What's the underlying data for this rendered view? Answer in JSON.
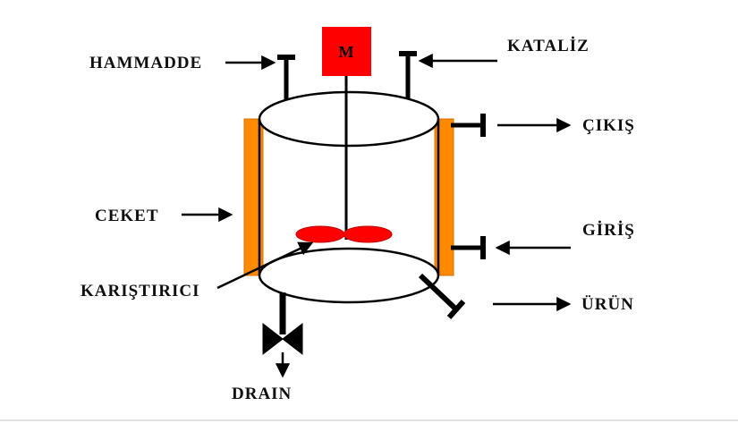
{
  "diagram": {
    "type": "stirred-tank-reactor",
    "motor_label": "M",
    "labels": {
      "hammadde": "HAMMADDE",
      "kataliz": "KATALİZ",
      "cikis": "ÇIKIŞ",
      "ceket": "CEKET",
      "giris": "GİRİŞ",
      "karistirici": "KARIŞTIRICI",
      "urun": "ÜRÜN",
      "drain": "DRAIN"
    },
    "colors": {
      "jacket": "#FF8A00",
      "motor": "#FF0000",
      "impeller": "#FF0000",
      "line": "#000000",
      "background": "#FFFFFF"
    }
  }
}
